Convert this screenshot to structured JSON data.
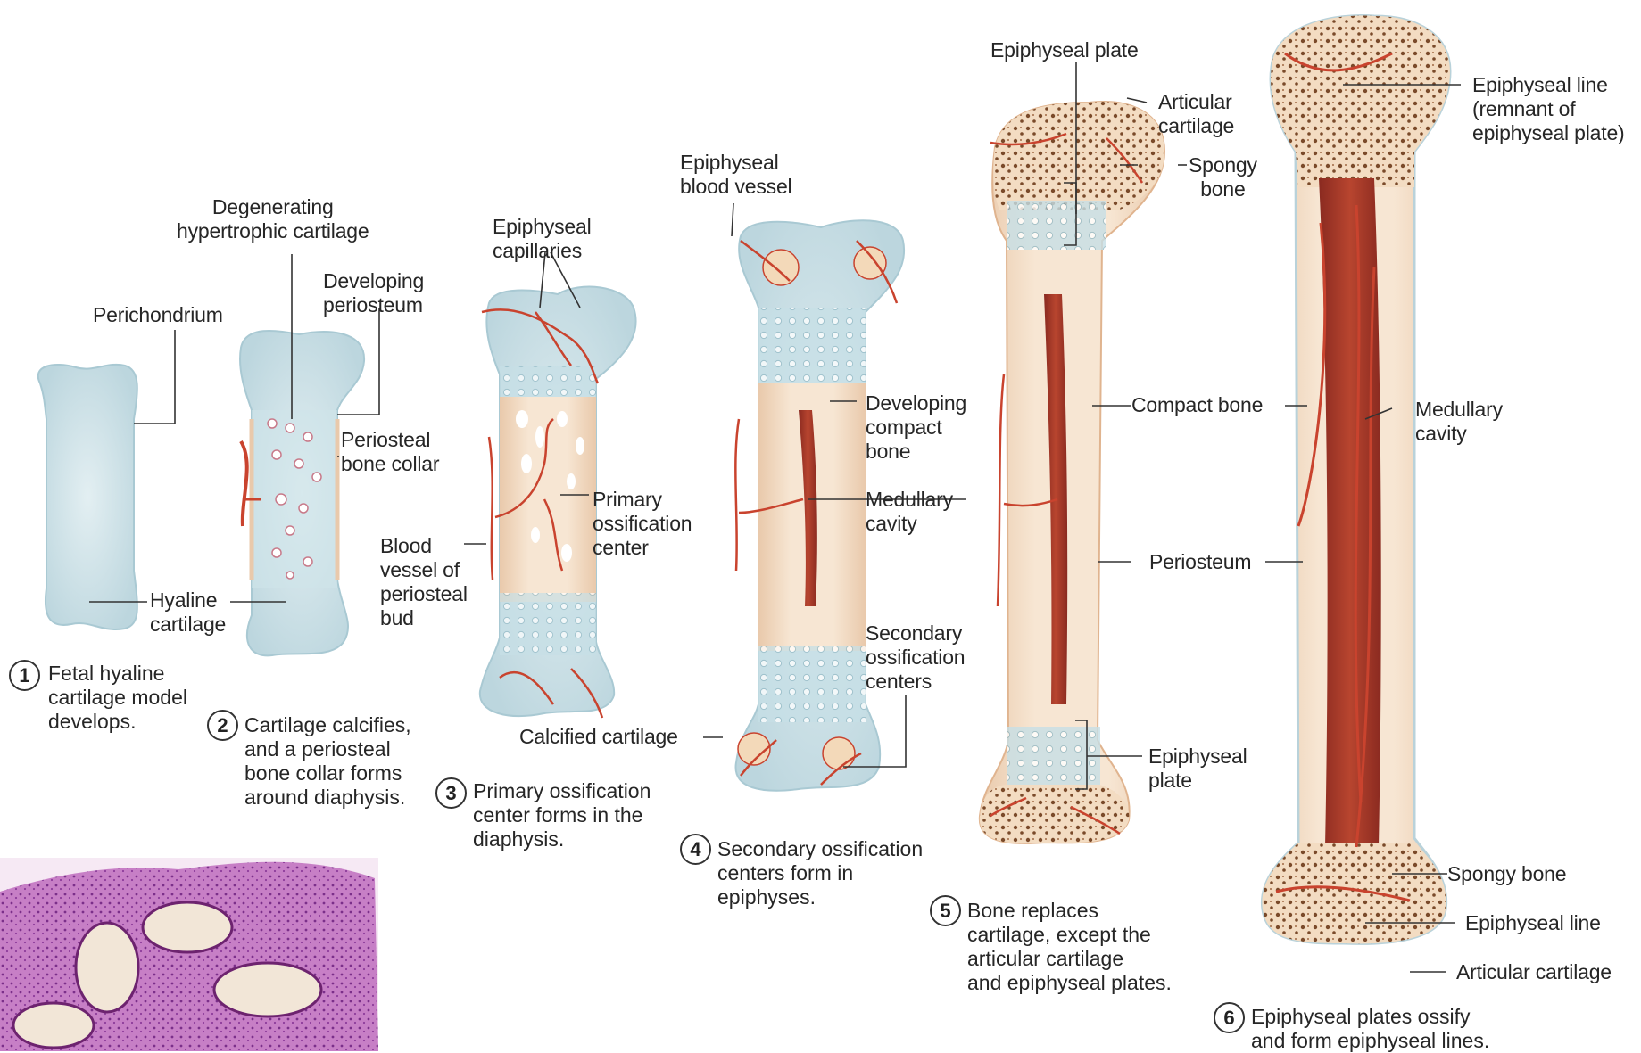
{
  "labels": {
    "perichondrium": "Perichondrium",
    "hyaline_cartilage": "Hyaline\ncartilage",
    "degenerating": "Degenerating\nhypertrophic cartilage",
    "developing_periosteum": "Developing\nperiosteum",
    "periosteal_collar": "Periosteal\nbone collar",
    "epiphyseal_capillaries": "Epiphyseal\ncapillaries",
    "primary_center": "Primary\nossification\ncenter",
    "blood_vessel_bud": "Blood\nvessel of\nperiosteal\nbud",
    "calcified_cartilage": "Calcified cartilage",
    "epiphyseal_blood_vessel": "Epiphyseal\nblood vessel",
    "developing_compact": "Developing\ncompact\nbone",
    "medullary_cavity_4": "Medullary\ncavity",
    "secondary_centers": "Secondary\nossification\ncenters",
    "epiphyseal_plate_top": "Epiphyseal plate",
    "articular_cartilage_5": "Articular\ncartilage",
    "spongy_bone_5": "Spongy\nbone",
    "compact_bone": "Compact bone",
    "periosteum": "Periosteum",
    "epiphyseal_plate_5": "Epiphyseal\nplate",
    "epiphyseal_line_top": "Epiphyseal line\n(remnant of\nepiphyseal plate)",
    "medullary_cavity_6": "Medullary\ncavity",
    "spongy_bone_6": "Spongy bone",
    "epiphyseal_line_6": "Epiphyseal line",
    "articular_cartilage_6": "Articular cartilage"
  },
  "steps": [
    {
      "num": "1",
      "text": "Fetal hyaline\ncartilage model\ndevelops."
    },
    {
      "num": "2",
      "text": "Cartilage calcifies,\nand a periosteal\nbone collar forms\naround diaphysis."
    },
    {
      "num": "3",
      "text": "Primary ossification\ncenter forms in the\ndiaphysis."
    },
    {
      "num": "4",
      "text": "Secondary ossification\ncenters form in\nepiphyses."
    },
    {
      "num": "5",
      "text": "Bone replaces\ncartilage, except the\narticular cartilage\nand epiphyseal plates."
    },
    {
      "num": "6",
      "text": "Epiphyseal plates ossify\nand form epiphyseal lines."
    }
  ],
  "colors": {
    "cartilage": "#d6e7ec",
    "bone": "#f1dcc6",
    "vessel": "#c9432e",
    "marrow": "#a8362a",
    "histology": "#b45fb4"
  }
}
